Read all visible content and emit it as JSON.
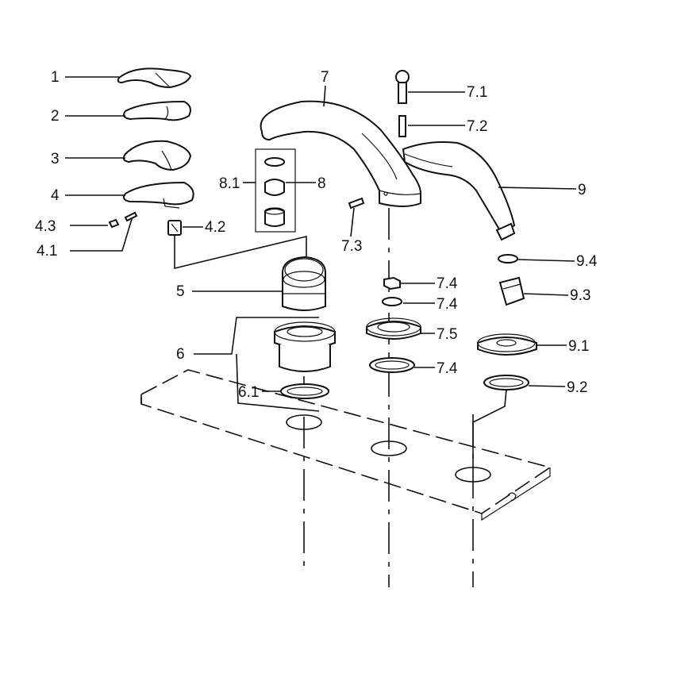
{
  "labels": {
    "l1": "1",
    "l2": "2",
    "l3": "3",
    "l4": "4",
    "l4_3": "4.3",
    "l4_2": "4.2",
    "l4_1": "4.1",
    "l5": "5",
    "l6": "6",
    "l6_1": "6.1",
    "l7": "7",
    "l7_1": "7.1",
    "l7_2": "7.2",
    "l7_3": "7.3",
    "l7_4a": "7.4",
    "l7_4b": "7.4",
    "l7_4c": "7.4",
    "l7_5": "7.5",
    "l8": "8",
    "l8_1": "8.1",
    "l9": "9",
    "l9_1": "9.1",
    "l9_2": "9.2",
    "l9_3": "9.3",
    "l9_4": "9.4"
  }
}
